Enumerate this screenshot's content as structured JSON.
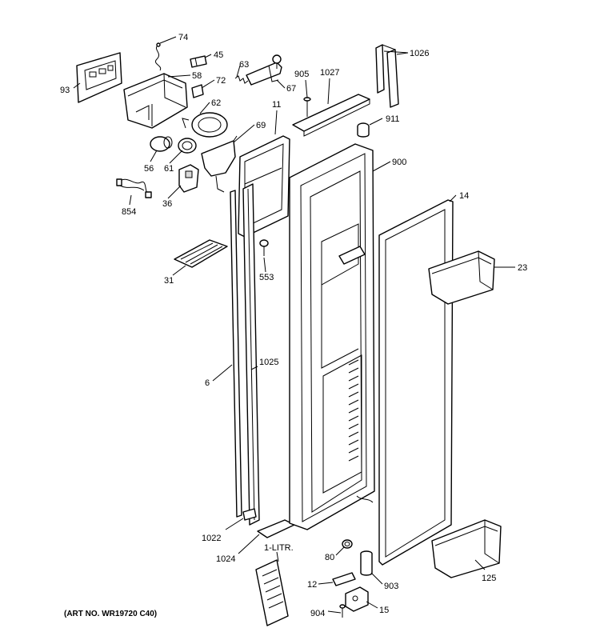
{
  "callouts": {
    "c74": "74",
    "c45": "45",
    "c93": "93",
    "c58": "58",
    "c63": "63",
    "c72": "72",
    "c67": "67",
    "c905": "905",
    "c1027": "1027",
    "c1026": "1026",
    "c62": "62",
    "c11": "11",
    "c911": "911",
    "c69": "69",
    "c56": "56",
    "c61": "61",
    "c900": "900",
    "c36": "36",
    "c854": "854",
    "c14": "14",
    "c31": "31",
    "c553": "553",
    "c23": "23",
    "c6": "6",
    "c1025": "1025",
    "c1022": "1022",
    "c1024": "1024",
    "c1litr": "1-LITR.",
    "c80": "80",
    "c125": "125",
    "c12": "12",
    "c903": "903",
    "c904": "904",
    "c15": "15"
  },
  "art_number": "(ART NO. WR19720 C40)"
}
